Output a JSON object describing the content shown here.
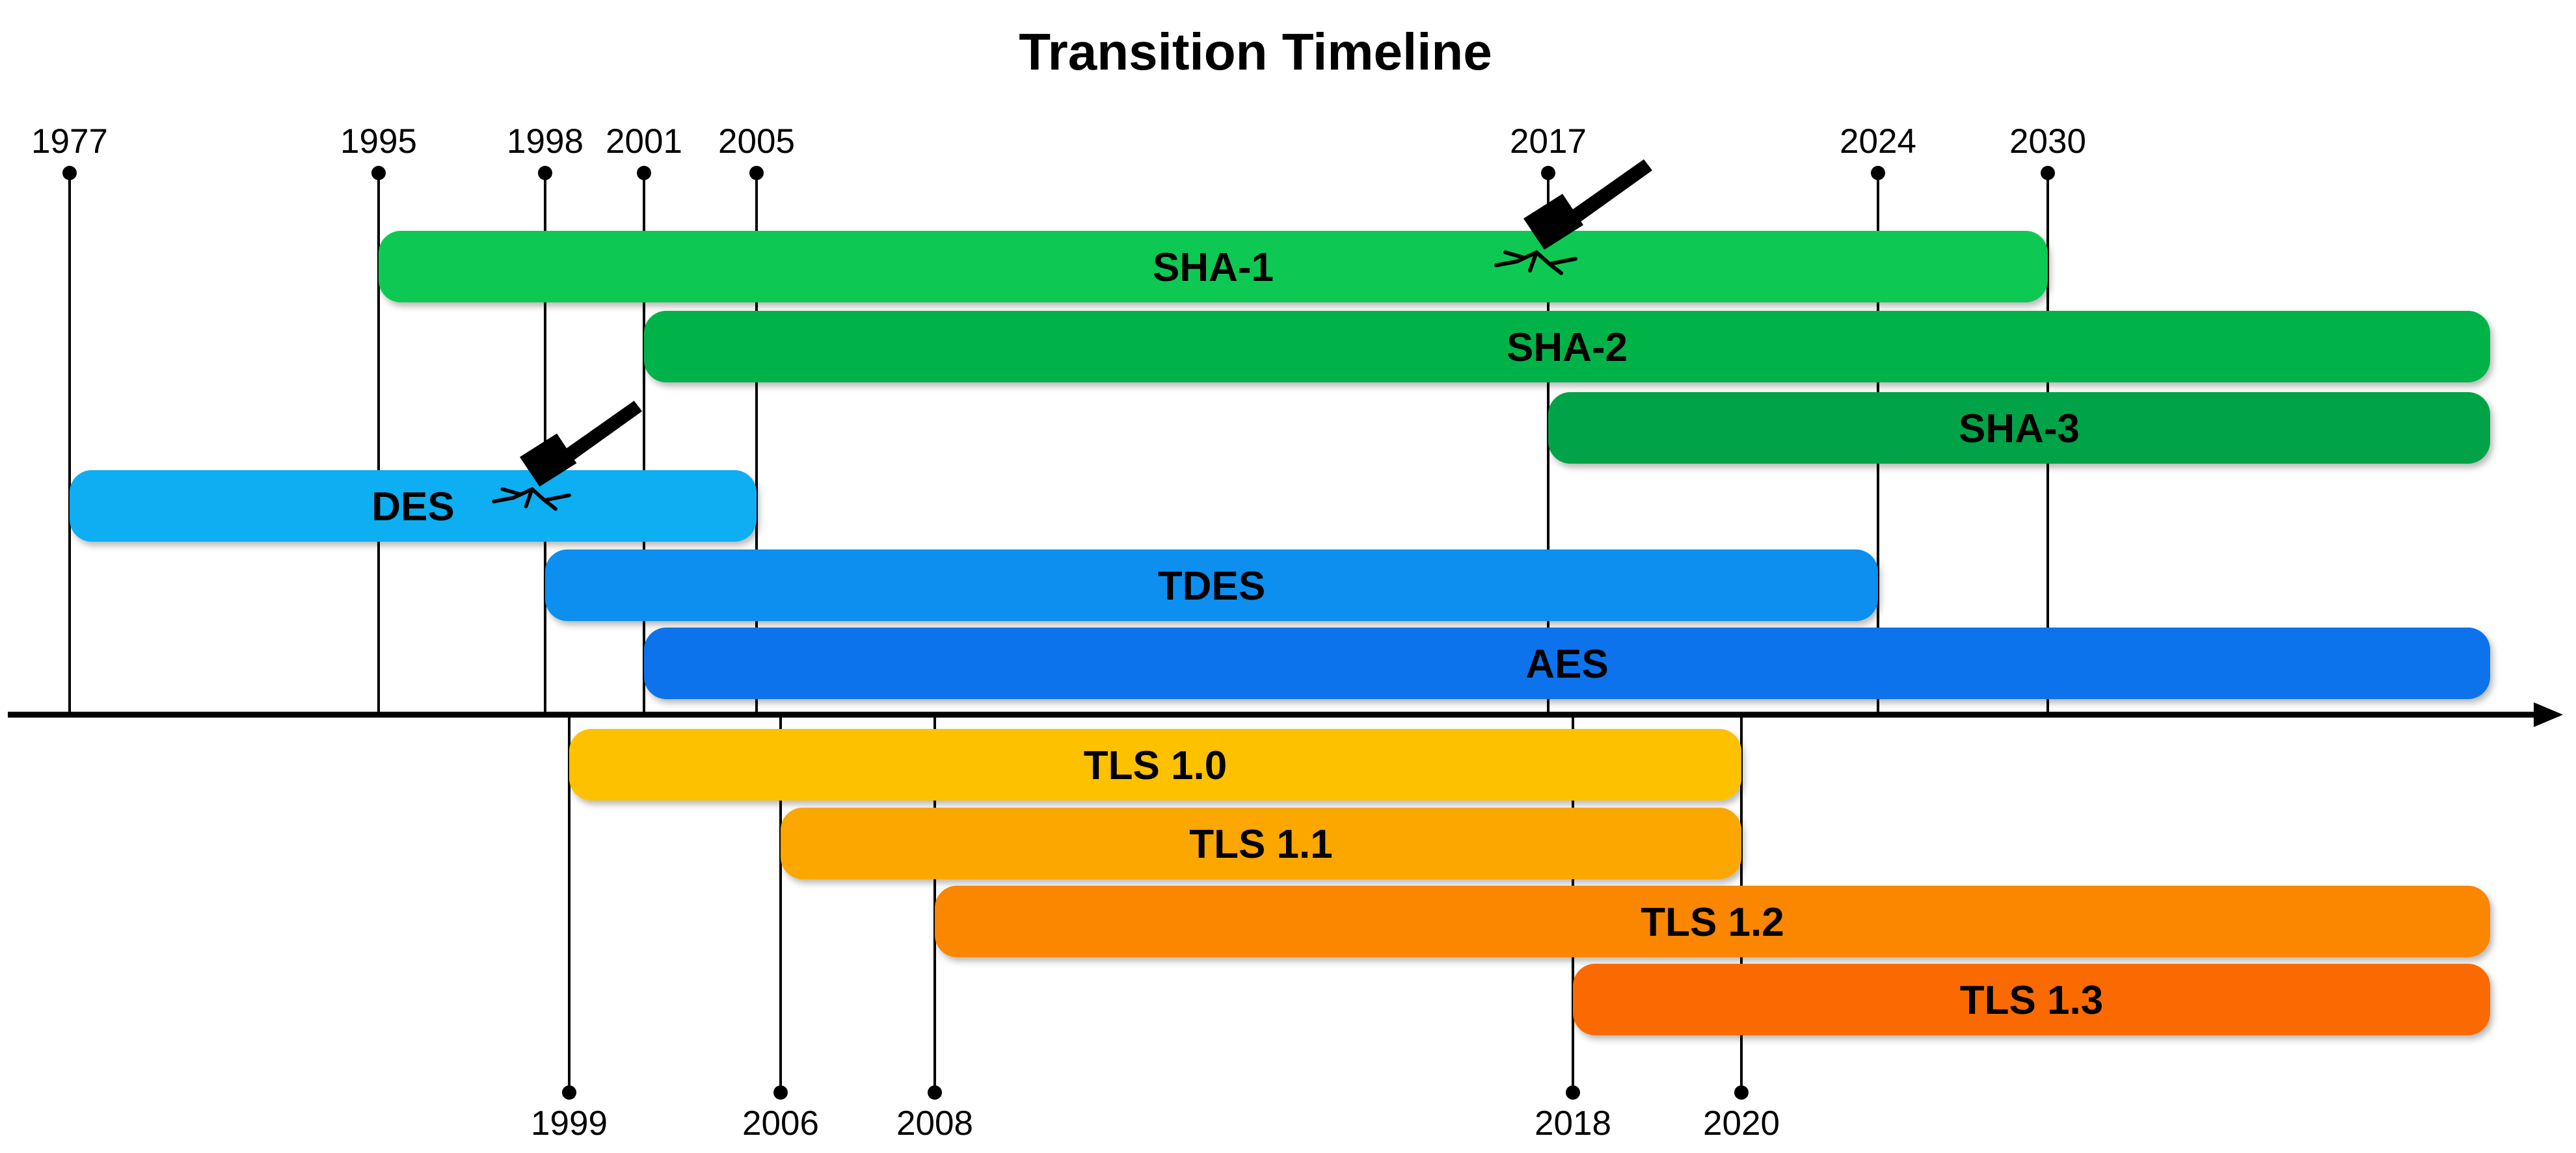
{
  "title": "Transition Timeline",
  "top_years": [
    "1977",
    "1995",
    "1998",
    "2001",
    "2005",
    "2017",
    "2024",
    "2030"
  ],
  "bottom_years": [
    "1999",
    "2006",
    "2008",
    "2018",
    "2020"
  ],
  "colors": {
    "SHA-1": "#08C952",
    "SHA-2": "#05B348",
    "SHA-3": "#04A346",
    "DES": "#07AEF2",
    "TDES": "#0A8FF0",
    "AES": "#0A73EC",
    "TLS 1.0": "#FDC100",
    "TLS 1.1": "#FCA600",
    "TLS 1.2": "#FB8600",
    "TLS 1.3": "#FB6A00",
    "axis": "#000000"
  },
  "bars": [
    {
      "label": "SHA-1",
      "start": "1995",
      "end": "2030",
      "group": "upper",
      "broken": "2017"
    },
    {
      "label": "SHA-2",
      "start": "2001",
      "end": null,
      "group": "upper"
    },
    {
      "label": "SHA-3",
      "start": "2017",
      "end": null,
      "group": "upper"
    },
    {
      "label": "DES",
      "start": "1977",
      "end": "2005",
      "group": "upper",
      "broken": "1998"
    },
    {
      "label": "TDES",
      "start": "1998",
      "end": "2024",
      "group": "upper"
    },
    {
      "label": "AES",
      "start": "2001",
      "end": null,
      "group": "upper"
    },
    {
      "label": "TLS 1.0",
      "start": "1999",
      "end": "2020",
      "group": "lower"
    },
    {
      "label": "TLS 1.1",
      "start": "2006",
      "end": "2020",
      "group": "lower"
    },
    {
      "label": "TLS 1.2",
      "start": "2008",
      "end": null,
      "group": "lower"
    },
    {
      "label": "TLS 1.3",
      "start": "2018",
      "end": null,
      "group": "lower"
    }
  ],
  "icons": [
    {
      "name": "broken-hammer-icon",
      "on": "SHA-1"
    },
    {
      "name": "broken-hammer-icon",
      "on": "DES"
    }
  ]
}
